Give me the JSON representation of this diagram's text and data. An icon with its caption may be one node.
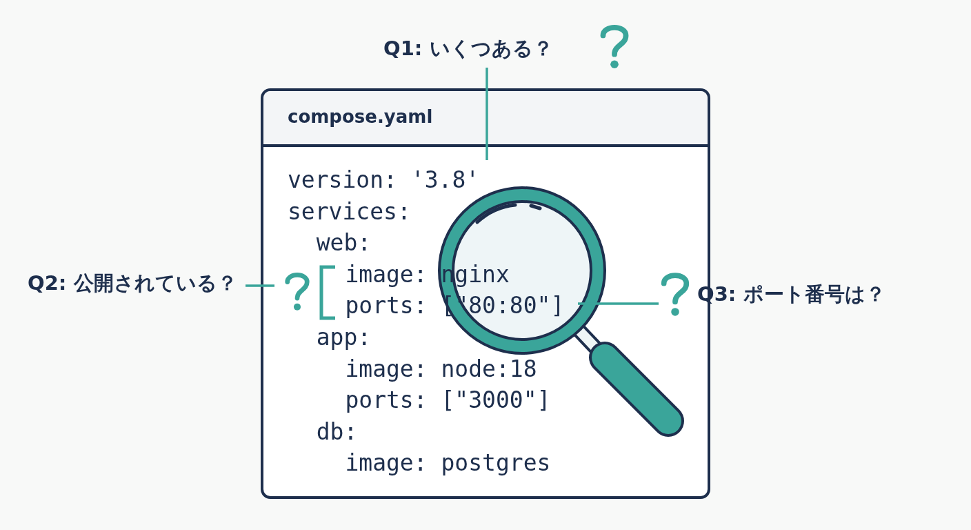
{
  "diagram": {
    "nodes": [
      {
        "text": [
          "Q1: いくつある？"
        ]
      },
      {
        "text": [
          "compose.yaml",
          "version: '3.8'",
          "services:",
          "web:",
          "image: nginx",
          "ports: [\"80:80\"]",
          "app:",
          "image: node:18",
          "ports: [\"3000\"]",
          "db:",
          "image: postgres"
        ]
      },
      {
        "text": [
          "Q2: 公開されている？"
        ]
      },
      {
        "text": [
          "Q3: ポート番号は？"
        ]
      }
    ],
    "edges": [
      {
        "from": 0,
        "to": 1,
        "arrow": "none"
      },
      {
        "from": 2,
        "to": 1,
        "arrow": "none"
      },
      {
        "from": 3,
        "to": 1,
        "arrow": "none"
      }
    ]
  }
}
